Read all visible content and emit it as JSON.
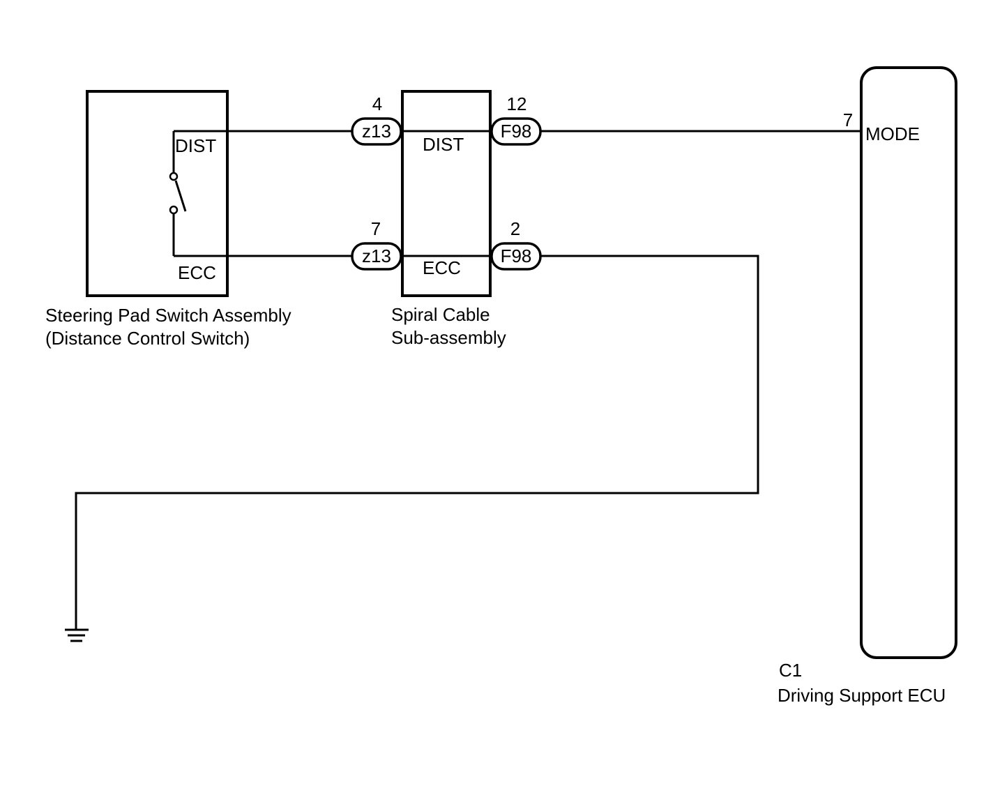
{
  "components": {
    "steering_switch": {
      "name_line1": "Steering Pad Switch Assembly",
      "name_line2": "(Distance Control Switch)",
      "terminal_top": "DIST",
      "terminal_bottom": "ECC"
    },
    "spiral_cable": {
      "name_line1": "Spiral Cable",
      "name_line2": "Sub-assembly",
      "terminal_top": "DIST",
      "terminal_bottom": "ECC"
    },
    "ecu": {
      "connector_code": "C1",
      "name": "Driving Support ECU",
      "terminal": "MODE",
      "pin": "7"
    }
  },
  "connectors": {
    "z13_top": {
      "code": "z13",
      "pin": "4"
    },
    "z13_bottom": {
      "code": "z13",
      "pin": "7"
    },
    "f98_top": {
      "code": "F98",
      "pin": "12"
    },
    "f98_bottom": {
      "code": "F98",
      "pin": "2"
    }
  },
  "ground_symbol": "ground-icon"
}
